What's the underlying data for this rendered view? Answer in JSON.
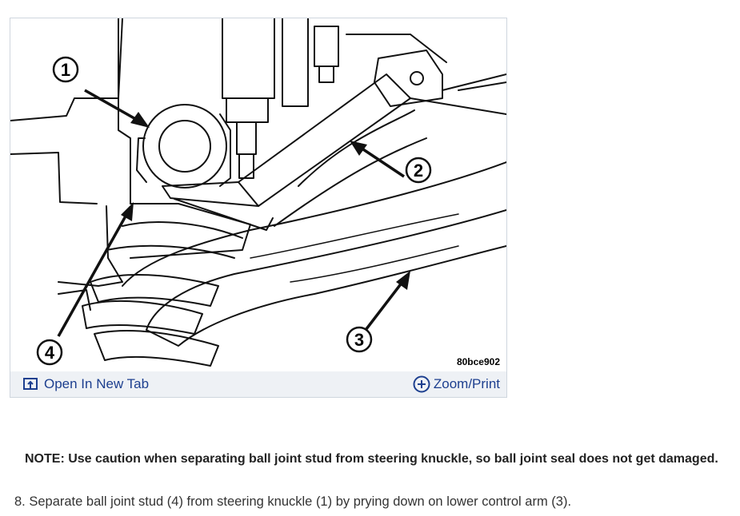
{
  "figure": {
    "callouts": [
      "1",
      "2",
      "3",
      "4"
    ],
    "image_code": "80bce902",
    "toolbar": {
      "open_tab_label": "Open In New Tab",
      "open_tab_icon": "open-in-new-tab-icon",
      "zoom_label": "Zoom/Print",
      "zoom_icon": "zoom-plus-icon",
      "link_color": "#1d3f8f"
    }
  },
  "note": "NOTE: Use caution when separating ball joint stud from steering knuckle, so ball joint seal does not get damaged.",
  "step": "8. Separate ball joint stud (4) from steering knuckle (1) by prying down on lower control arm (3)."
}
